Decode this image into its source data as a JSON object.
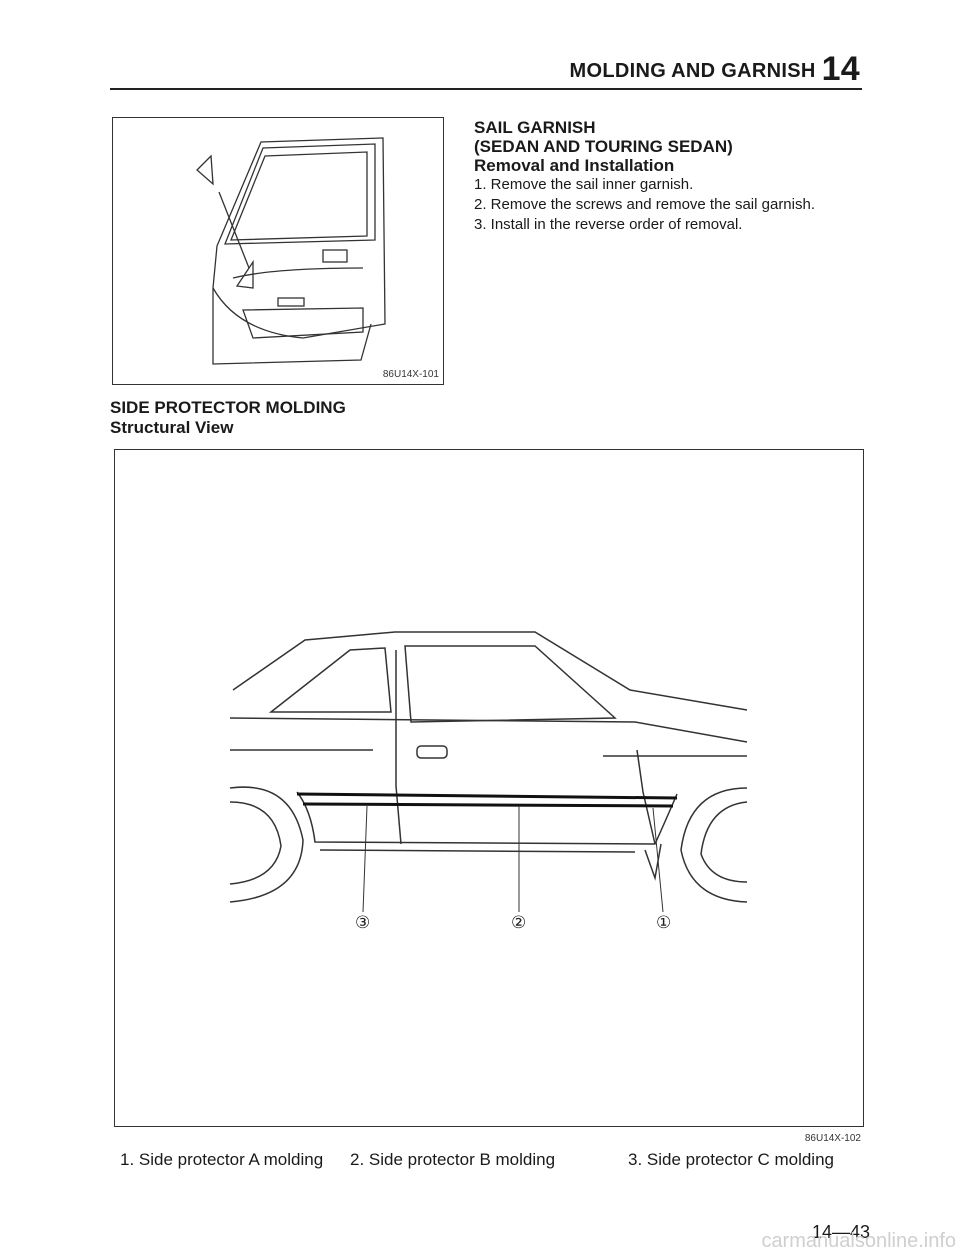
{
  "header": {
    "title": "MOLDING AND GARNISH",
    "chapter": "14"
  },
  "figure1": {
    "code": "86U14X-101"
  },
  "sail_garnish": {
    "title": "SAIL GARNISH",
    "subtitle": "(SEDAN AND TOURING SEDAN)",
    "procedure_heading": "Removal and Installation",
    "steps": [
      "1. Remove the sail inner garnish.",
      "2. Remove the screws and remove the sail garnish.",
      "3. Install in the reverse order of removal."
    ]
  },
  "side_protector": {
    "title": "SIDE PROTECTOR MOLDING",
    "subtitle": "Structural View"
  },
  "figure2": {
    "code": "86U14X-102",
    "callouts": [
      "③",
      "②",
      "①"
    ]
  },
  "legend": [
    "1. Side protector A molding",
    "2. Side protector B molding",
    "3. Side protector C molding"
  ],
  "footer": {
    "page_number": "14—43",
    "watermark": "carmanualsonline.info"
  }
}
